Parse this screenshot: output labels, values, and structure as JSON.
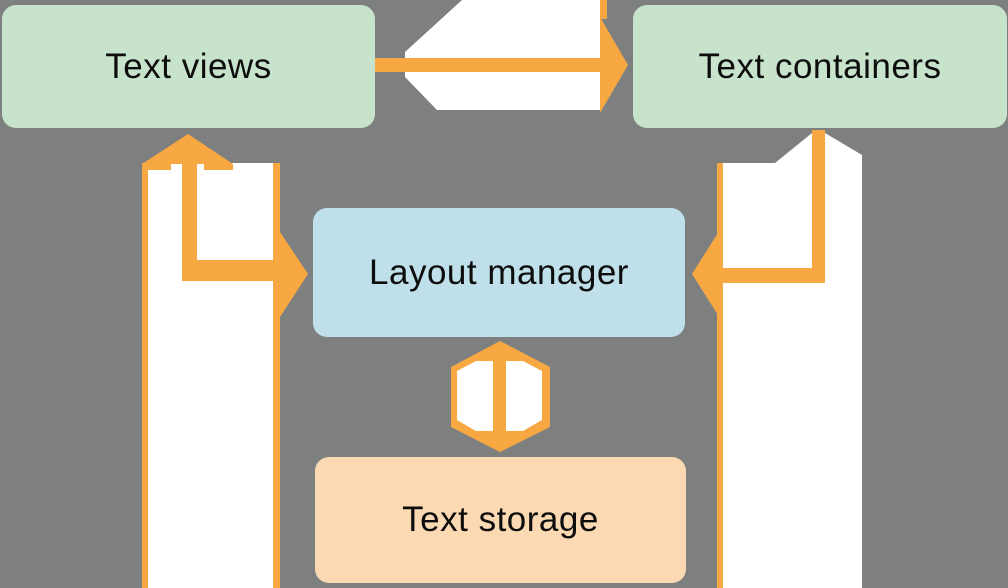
{
  "nodes": {
    "text_views": {
      "label": "Text views",
      "color": "#c8e3cc"
    },
    "text_containers": {
      "label": "Text containers",
      "color": "#c8e3cc"
    },
    "layout_manager": {
      "label": "Layout manager",
      "color": "#bfe0ea"
    },
    "text_storage": {
      "label": "Text storage",
      "color": "#fbd9b2"
    }
  },
  "edges": [
    {
      "between": [
        "text_views",
        "text_containers"
      ],
      "arrowheads": [
        "text_containers"
      ],
      "shape": "straight-right-with-white-body"
    },
    {
      "between": [
        "text_views",
        "layout_manager"
      ],
      "arrowheads": [
        "text_views",
        "layout_manager"
      ],
      "shape": "double-headed-elbow-over-white-bar"
    },
    {
      "between": [
        "text_containers",
        "layout_manager"
      ],
      "arrowheads": [
        "layout_manager"
      ],
      "shape": "elbow-over-white-bar"
    },
    {
      "between": [
        "layout_manager",
        "text_storage"
      ],
      "arrowheads": [
        "layout_manager",
        "text_storage"
      ],
      "shape": "compressed-double-arrow-hexagon"
    }
  ],
  "colors": {
    "background": "#7e807f",
    "arrow_orange": "#f7a843",
    "arrow_body_white": "#ffffff",
    "label_text": "#0d0d0d"
  }
}
